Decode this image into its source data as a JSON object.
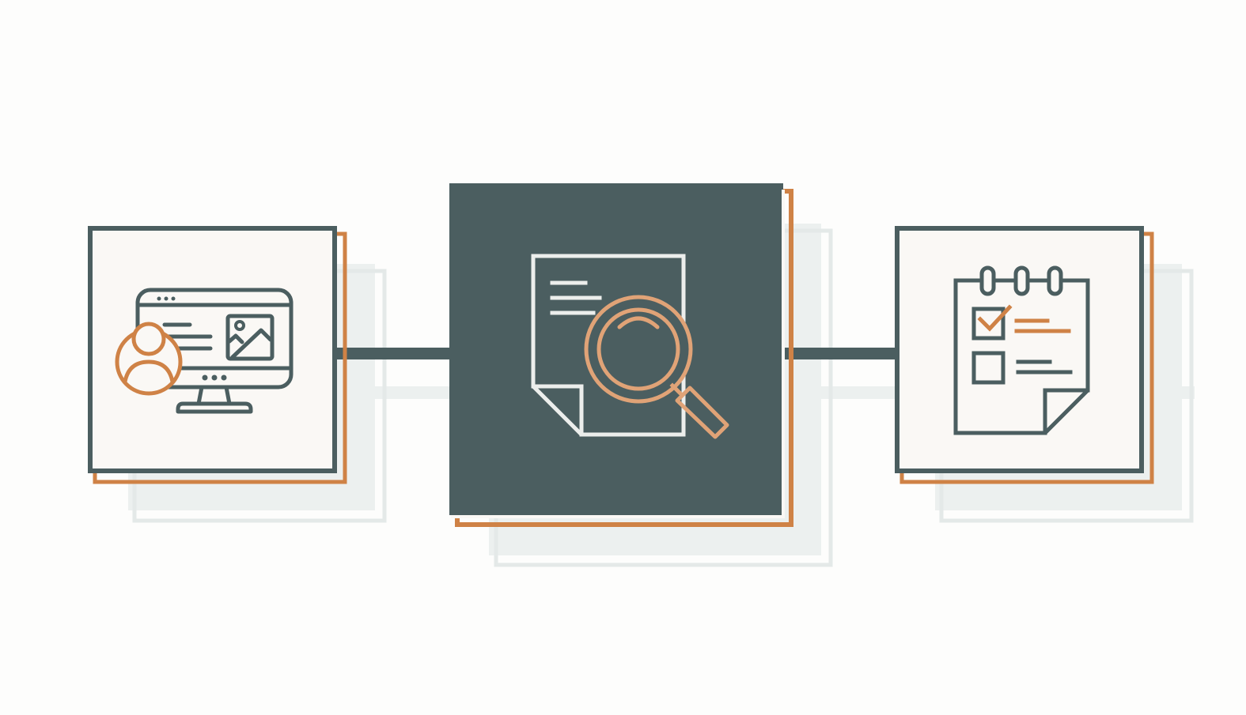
{
  "colors": {
    "background": "#fdfdfc",
    "slate": "#4b5e60",
    "accent": "#cf8246",
    "accent_light": "#e0a377",
    "card_fill": "#faf8f5",
    "shadow": "#ecf0ef",
    "shadow_line": "#e4e9e8",
    "icon_light": "#eceeec"
  },
  "steps": [
    {
      "icon": "user-monitor-icon",
      "variant": "light"
    },
    {
      "icon": "document-search-icon",
      "variant": "dark"
    },
    {
      "icon": "checklist-notepad-icon",
      "variant": "light"
    }
  ]
}
